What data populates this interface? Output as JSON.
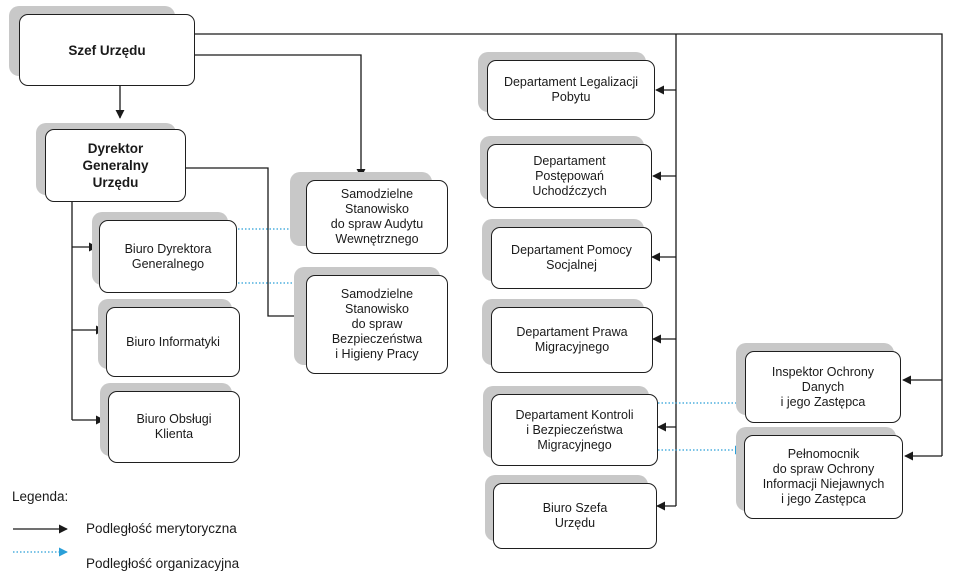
{
  "nodes": {
    "szef": "Szef Urzędu",
    "dyrektor": "Dyrektor\nGeneralny\nUrzędu",
    "biuro_dyrektora": "Biuro Dyrektora\nGeneralnego",
    "biuro_informatyki": "Biuro Informatyki",
    "biuro_obslugi": "Biuro Obsługi\nKlienta",
    "audyt": "Samodzielne\nStanowisko\ndo spraw Audytu\nWewnętrznego",
    "bhp": "Samodzielne\nStanowisko\ndo spraw\nBezpieczeństwa\ni Higieny Pracy",
    "dep_legalizacji": "Departament Legalizacji\nPobytu",
    "dep_postepowan": "Departament\nPostępowań\nUchodźczych",
    "dep_pomocy": "Departament Pomocy\nSocjalnej",
    "dep_prawa": "Departament Prawa\nMigracyjnego",
    "dep_kontroli": "Departament Kontroli\ni Bezpieczeństwa\nMigracyjnego",
    "biuro_szefa": "Biuro Szefa\nUrzędu",
    "inspektor": "Inspektor Ochrony\nDanych\ni jego Zastępca",
    "pelnomocnik": "Pełnomocnik\ndo spraw Ochrony\nInformacji Niejawnych\ni jego Zastępca"
  },
  "legend": {
    "title": "Legenda:",
    "merytoryczna": "Podległość merytoryczna",
    "organizacyjna": "Podległość organizacyjna"
  },
  "colors": {
    "solid_line": "#1a1a1a",
    "dotted_line": "#2a9fd8",
    "shadow": "#c8c8c8"
  }
}
